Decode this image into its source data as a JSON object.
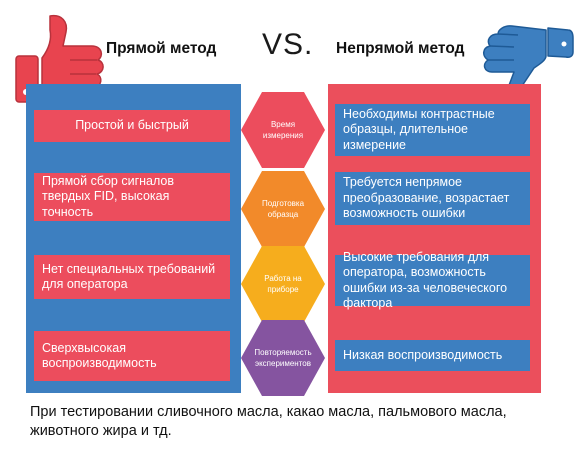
{
  "header": {
    "left_title": "Прямой метод",
    "vs": "VS.",
    "right_title": "Непрямой метод",
    "left_icon": "thumbs-up-icon",
    "right_icon": "thumbs-down-icon"
  },
  "colors": {
    "blue": "#3d7fc0",
    "red": "#eb4f5c",
    "hex_red": "#ec4d5d",
    "hex_orange": "#f28a2a",
    "hex_yellow": "#f6ad1d",
    "hex_purple": "#8554a0"
  },
  "left_items": [
    "Простой и быстрый",
    "Прямой сбор сигналов твердых FID, высокая точность",
    "Нет специальных требований для оператора",
    "Сверхвысокая воспроизводимость"
  ],
  "criteria": [
    "Время измерения",
    "Подготовка образца",
    "Работа на приборе",
    "Повторяемость экспериментов"
  ],
  "right_items": [
    "Необходимы контрастные образцы, длительное измерение",
    "Требуется непрямое преобразование, возрастает возможность ошибки",
    "Высокие требования для оператора, возможность ошибки из-за человеческого фактора",
    "Низкая воспроизводимость"
  ],
  "caption": "При тестировании сливочного масла, какао масла, пальмового масла, животного жира и тд."
}
